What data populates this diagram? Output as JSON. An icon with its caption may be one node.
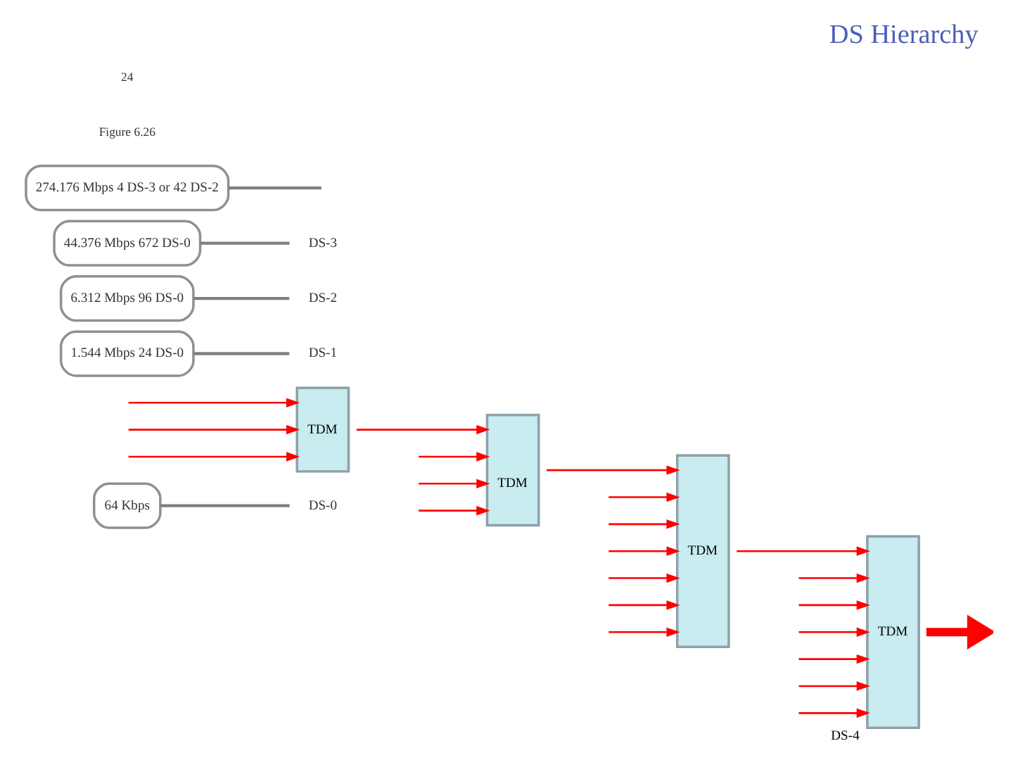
{
  "diagram": {
    "title": "DS Hierarchy",
    "nodes": [
      {
        "text": [
          "64 Kbps"
        ]
      },
      {
        "text": [
          "DS-0"
        ]
      },
      {
        "text": [
          "TDM"
        ]
      },
      {
        "text": [
          "1.544 Mbps 24 DS-0"
        ]
      },
      {
        "text": [
          "DS-1"
        ]
      },
      {
        "text": [
          "TDM"
        ]
      },
      {
        "text": [
          "6.312 Mbps 96 DS-0"
        ]
      },
      {
        "text": [
          "DS-2"
        ]
      },
      {
        "text": [
          "TDM"
        ]
      },
      {
        "text": [
          "44.376 Mbps 672 DS-0"
        ]
      },
      {
        "text": [
          "DS-3"
        ]
      },
      {
        "text": [
          "TDM"
        ],
        "beside": [
          "DS-4"
        ]
      },
      {
        "text": [
          "274.176 Mbps 4 DS-3 or 42 DS-2"
        ]
      }
    ],
    "edges": [
      {
        "from": 0,
        "to": 1,
        "arrow": "none",
        "color": "#808080"
      },
      {
        "from": null,
        "to": 2,
        "arrow": "to"
      },
      {
        "from": null,
        "to": 2,
        "arrow": "to"
      },
      {
        "from": null,
        "to": 2,
        "arrow": "to"
      },
      {
        "from": 2,
        "to": 5,
        "arrow": "to"
      },
      {
        "from": 3,
        "to": 4,
        "arrow": "none",
        "color": "#808080"
      },
      {
        "from": null,
        "to": 5,
        "arrow": "to"
      },
      {
        "from": null,
        "to": 5,
        "arrow": "to"
      },
      {
        "from": null,
        "to": 5,
        "arrow": "to"
      },
      {
        "from": 5,
        "to": 8,
        "arrow": "to"
      },
      {
        "from": 6,
        "to": 7,
        "arrow": "none",
        "color": "#808080"
      },
      {
        "from": null,
        "to": 8,
        "arrow": "to"
      },
      {
        "from": null,
        "to": 8,
        "arrow": "to"
      },
      {
        "from": null,
        "to": 8,
        "arrow": "to"
      },
      {
        "from": null,
        "to": 8,
        "arrow": "to"
      },
      {
        "from": null,
        "to": 8,
        "arrow": "to"
      },
      {
        "from": null,
        "to": 8,
        "arrow": "to"
      },
      {
        "from": 8,
        "to": 11,
        "arrow": "to"
      },
      {
        "from": 9,
        "to": 10,
        "arrow": "none",
        "color": "#808080"
      },
      {
        "from": null,
        "to": 11,
        "arrow": "to"
      },
      {
        "from": null,
        "to": 11,
        "arrow": "to"
      },
      {
        "from": null,
        "to": 11,
        "arrow": "to"
      },
      {
        "from": null,
        "to": 11,
        "arrow": "to"
      },
      {
        "from": null,
        "to": 11,
        "arrow": "to"
      },
      {
        "from": null,
        "to": 11,
        "arrow": "to"
      },
      {
        "from": 11,
        "to": null,
        "arrow": "to",
        "style": "thick"
      },
      {
        "from": 12,
        "to": null,
        "arrow": "none",
        "color": "#808080"
      }
    ],
    "labels": [
      "Figure 6.26",
      "24"
    ]
  }
}
